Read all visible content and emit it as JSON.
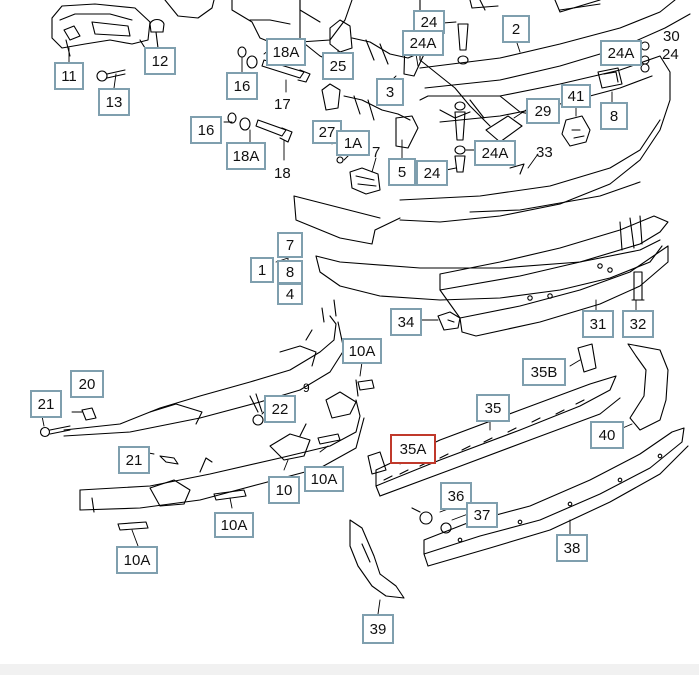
{
  "diagram": {
    "callouts": {
      "c1": "1",
      "c2": "2",
      "c4": "4",
      "c5": "5",
      "c7a": "7",
      "c7b": "7",
      "c8a": "8",
      "c8b": "8",
      "c9": "9",
      "c10": "10",
      "c10A_1": "10A",
      "c10A_2": "10A",
      "c10A_3": "10A",
      "c10A_4": "10A",
      "c11": "11",
      "c12": "12",
      "c13": "13",
      "c16a": "16",
      "c16b": "16",
      "c17": "17",
      "c18": "18",
      "c18A_1": "18A",
      "c18A_2": "18A",
      "c1A": "1A",
      "c20": "20",
      "c21a": "21",
      "c21b": "21",
      "c22": "22",
      "c24a": "24",
      "c24b": "24",
      "c24c": "24",
      "c24A_1": "24A",
      "c24A_2": "24A",
      "c24A_3": "24A",
      "c25": "25",
      "c27": "27",
      "c29": "29",
      "c30": "30",
      "c31": "31",
      "c32": "32",
      "c33": "33",
      "c34": "34",
      "c35": "35",
      "c35A": "35A",
      "c35B": "35B",
      "c36": "36",
      "c37": "37",
      "c38": "38",
      "c39": "39",
      "c40": "40",
      "c41": "41",
      "c3": "3"
    },
    "colors": {
      "line": "#000000",
      "callout_border": "#7f9fae",
      "selected_border": "#c0392b"
    }
  }
}
